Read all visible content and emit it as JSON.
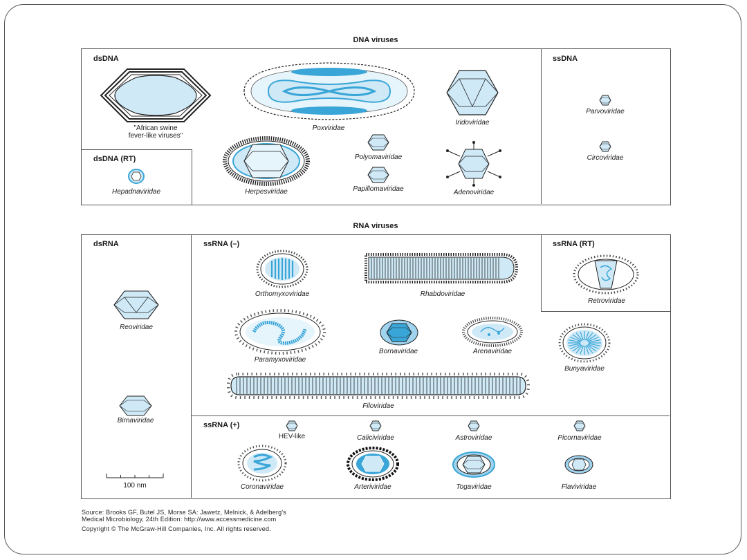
{
  "dna_section": {
    "title": "DNA viruses",
    "dsdna_label": "dsDNA",
    "dsdna_rt_label": "dsDNA (RT)",
    "ssdna_label": "ssDNA",
    "families": {
      "african_swine": "\"African swine\nfever-like viruses\"",
      "poxviridae": "Poxviridae",
      "iridoviridae": "Iridoviridae",
      "herpesviridae": "Herpesviridae",
      "polyomaviridae": "Polyomaviridae",
      "papillomaviridae": "Papillomaviridae",
      "adenoviridae": "Adenoviridae",
      "hepadnaviridae": "Hepadnaviridae",
      "parvoviridae": "Parvoviridae",
      "circoviridae": "Circoviridae"
    }
  },
  "rna_section": {
    "title": "RNA viruses",
    "dsrna_label": "dsRNA",
    "ssrna_neg_label": "ssRNA (–)",
    "ssrna_rt_label": "ssRNA (RT)",
    "ssrna_pos_label": "ssRNA (+)",
    "families": {
      "reoviridae": "Reoviridae",
      "birnaviridae": "Birnaviridae",
      "orthomyxoviridae": "Orthomyxoviridae",
      "rhabdoviridae": "Rhabdoviridae",
      "retroviridae": "Retroviridae",
      "paramyxoviridae": "Paramyxoviridae",
      "bornaviridae": "Bornaviridae",
      "arenaviridae": "Arenaviridae",
      "bunyaviridae": "Bunyaviridae",
      "filoviridae": "Filoviridae",
      "hev_like": "HEV-like",
      "caliciviridae": "Caliciviridae",
      "astroviridae": "Astroviridae",
      "picornaviridae": "Picornaviridae",
      "coronaviridae": "Coronaviridae",
      "arteriviridae": "Arteriviridae",
      "togaviridae": "Togaviridae",
      "flaviviridae": "Flaviviridae"
    },
    "scale_bar": "100 nm"
  },
  "source": {
    "line1": "Source: Brooks GF, Butel JS, Morse SA: Jawetz, Melnick, & Adelberg's",
    "line2": "Medical Microbiology, 24th Edition: http://www.accessmedicine.com",
    "line3": "Copyright © The McGraw-Hill Companies, Inc. All rights reserved."
  },
  "colors": {
    "fill_light": "#cfe9f7",
    "fill_mid": "#9fd3ee",
    "fill_dark": "#3aa6d8",
    "line": "#222222"
  }
}
